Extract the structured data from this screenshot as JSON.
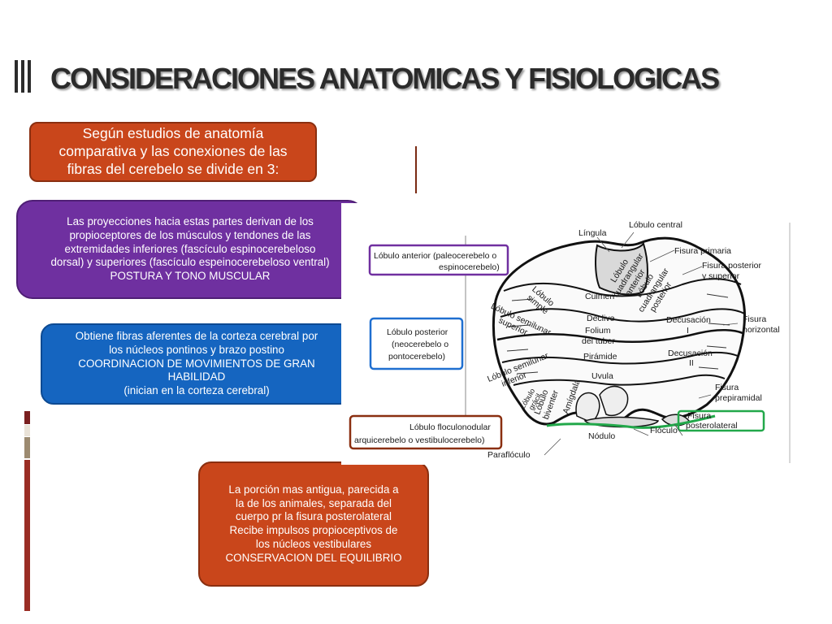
{
  "slide": {
    "title": "CONSIDERACIONES ANATOMICAS Y FISIOLOGICAS",
    "intro": [
      "Según estudios de anatomía",
      "comparativa y las conexiones de las",
      "fibras del cerebelo se divide en 3:"
    ],
    "anterior_box": [
      "Las proyecciones hacia estas partes  derivan de los",
      "propioceptores de los músculos y tendones de las",
      "extremidades inferiores (fascículo espinocerebeloso",
      "dorsal) y superiores (fascículo espeinocerebeloso ventral)",
      "POSTURA Y TONO MUSCULAR"
    ],
    "posterior_box": [
      "Obtiene fibras aferentes de la corteza cerebral por",
      "los núcleos pontinos y brazo postino",
      "COORDINACION DE MOVIMIENTOS DE GRAN",
      "HABILIDAD",
      "(inician en la corteza cerebral)"
    ],
    "floculonodular_box": [
      "La porción mas antigua, parecida a",
      "la de los animales, separada del",
      "cuerpo pr la fisura posterolateral",
      "Recibe impulsos propioceptivos de",
      "los núcleos vestibulares",
      "CONSERVACION DEL EQUILIBRIO"
    ]
  },
  "diagram": {
    "lobulo_anterior": [
      "Lóbulo anterior (paleocerebelo o",
      "espinocerebelo)"
    ],
    "lobulo_posterior": [
      "Lóbulo posterior",
      "(neocerebelo o",
      "pontocerebelo)"
    ],
    "lobulo_floculonodular": [
      "Lóbulo floculonodular",
      "arquicerebelo o vestibulocerebelo)"
    ],
    "labels": {
      "lingula": "Língula",
      "lobulo_central": "Lóbulo central",
      "fisura_primaria": "Fisura primaria",
      "fisura_posterior_superior": [
        "Fisura posterior",
        "y superior"
      ],
      "lobulo_cuadrangular_anterior": [
        "Lóbulo",
        "cuadrangular",
        "anterior"
      ],
      "lobulo_cuadrangular_posterior": [
        "Lóbulo",
        "cuadrangular",
        "posterior"
      ],
      "culmen": "Culmen",
      "lobulo_simple": [
        "Lóbulo",
        "simple"
      ],
      "declive": "Declive",
      "decusacion_1": [
        "Decusación",
        "I"
      ],
      "fisura_horizontal": [
        "Fisura",
        "horizontal"
      ],
      "lobulo_semilunar_superior": [
        "Lóbulo semilunar",
        "superior"
      ],
      "folium": [
        "Folium",
        "del tuber"
      ],
      "piramide": "Pirámide",
      "decusacion_2": [
        "Decusación",
        "II"
      ],
      "lobulo_semilunar_inferior": [
        "Lóbulo semilunar",
        "inferior"
      ],
      "lobulo_gracil": [
        "Lóbulo",
        "grácil"
      ],
      "lobulo_biventer": [
        "Lóbulo",
        "biventer"
      ],
      "amigdala": "Amígdala",
      "uvula": "Uvula",
      "fisura_prepiramidal": [
        "Fisura",
        "prepiramidal"
      ],
      "fisura_posterolateral": [
        "Fisura",
        "posterolateral"
      ],
      "nodulo": "Nódulo",
      "floculo": "Flóculo",
      "paraflóculo": "Paraflóculo"
    },
    "colors": {
      "anterior": "#7030a0",
      "posterior": "#1f6fd0",
      "floculonodular": "#8a2f10",
      "posterolateral": "#22a84a"
    }
  }
}
